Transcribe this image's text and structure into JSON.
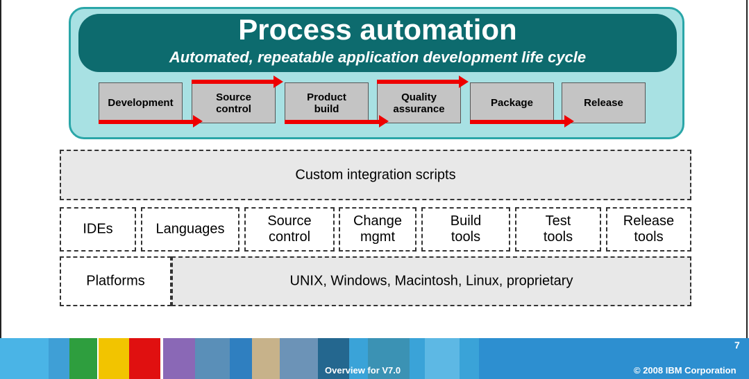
{
  "title": "Process automation",
  "subtitle": "Automated, repeatable application development life cycle",
  "stages": [
    {
      "label_lines": [
        "Development"
      ]
    },
    {
      "label_lines": [
        "Source",
        "control"
      ]
    },
    {
      "label_lines": [
        "Product",
        "build"
      ]
    },
    {
      "label_lines": [
        "Quality",
        "assurance"
      ]
    },
    {
      "label_lines": [
        "Package"
      ]
    },
    {
      "label_lines": [
        "Release"
      ]
    }
  ],
  "integration": {
    "label": "Custom integration scripts"
  },
  "tools": [
    {
      "label_lines": [
        "IDEs"
      ]
    },
    {
      "label_lines": [
        "Languages"
      ]
    },
    {
      "label_lines": [
        "Source",
        "control"
      ]
    },
    {
      "label_lines": [
        "Change",
        "mgmt"
      ]
    },
    {
      "label_lines": [
        "Build",
        "tools"
      ]
    },
    {
      "label_lines": [
        "Test",
        "tools"
      ]
    },
    {
      "label_lines": [
        "Release",
        "tools"
      ]
    }
  ],
  "platforms": {
    "label": "Platforms",
    "values": "UNIX, Windows, Macintosh, Linux, proprietary"
  },
  "footer": {
    "center_text": "Overview for V7.0",
    "page_number": "7",
    "copyright": "© 2008 IBM Corporation",
    "colors": {
      "band": "#3aa3d8",
      "accent_red": "#ee0000",
      "panel": "#a8e1e3",
      "header": "#0d6b6e"
    }
  }
}
